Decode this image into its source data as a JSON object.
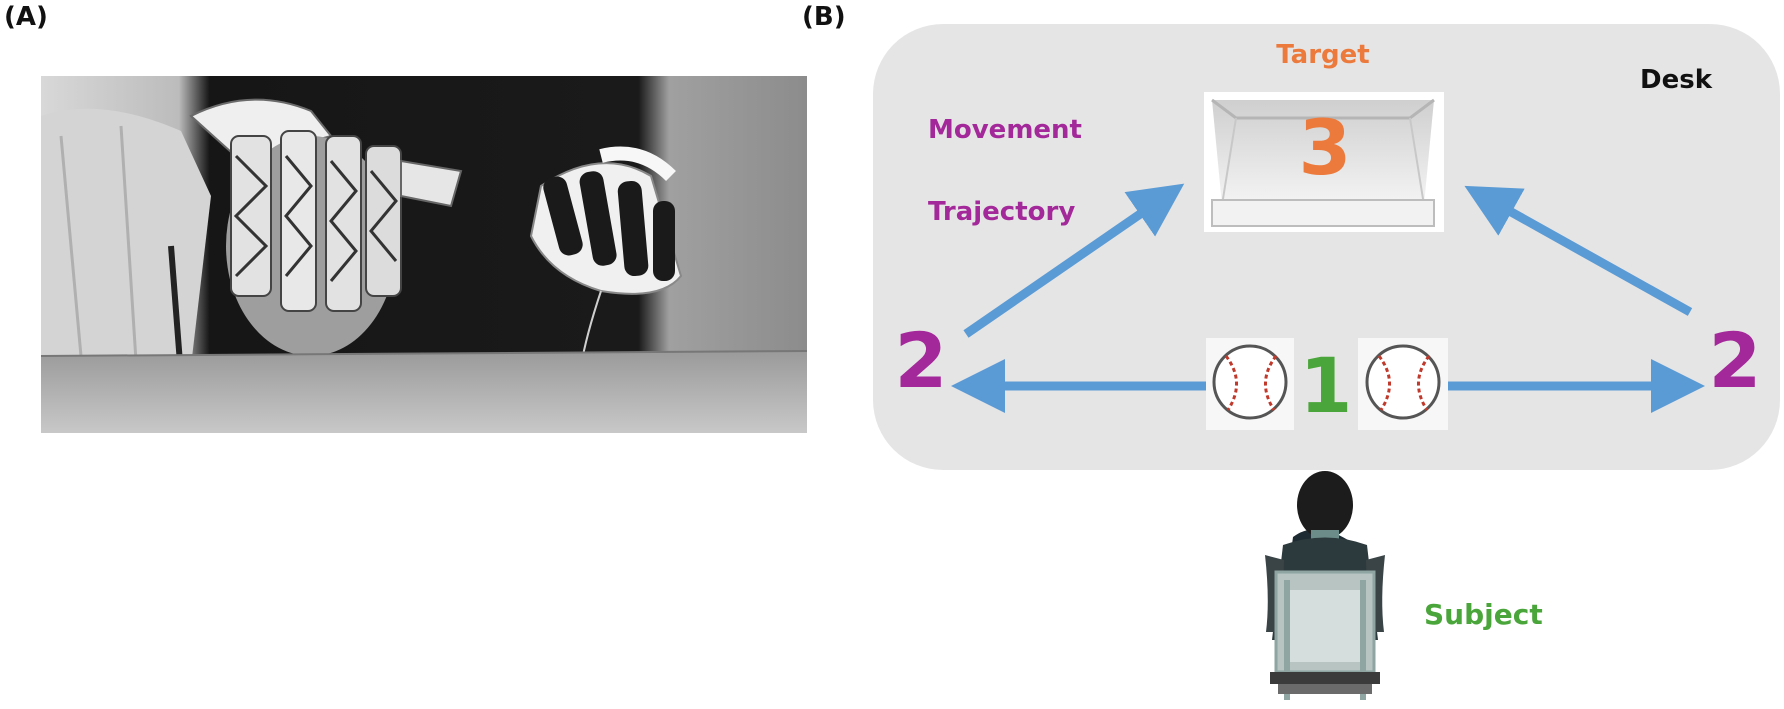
{
  "panel_a": {
    "label": "(A)"
  },
  "panel_b": {
    "label": "(B)",
    "desk_label": "Desk",
    "target_label": "Target",
    "movement_label_line1": "Movement",
    "movement_label_line2": "Trajectory",
    "subject_label": "Subject",
    "position_start": "1",
    "position_left": "2",
    "position_right": "2",
    "position_target": "3"
  },
  "colors": {
    "purple": "#a3289a",
    "orange": "#ec7a3c",
    "green": "#4aa63a",
    "arrow_blue": "#5b9bd5",
    "desk_gray": "#e6e5e5"
  }
}
